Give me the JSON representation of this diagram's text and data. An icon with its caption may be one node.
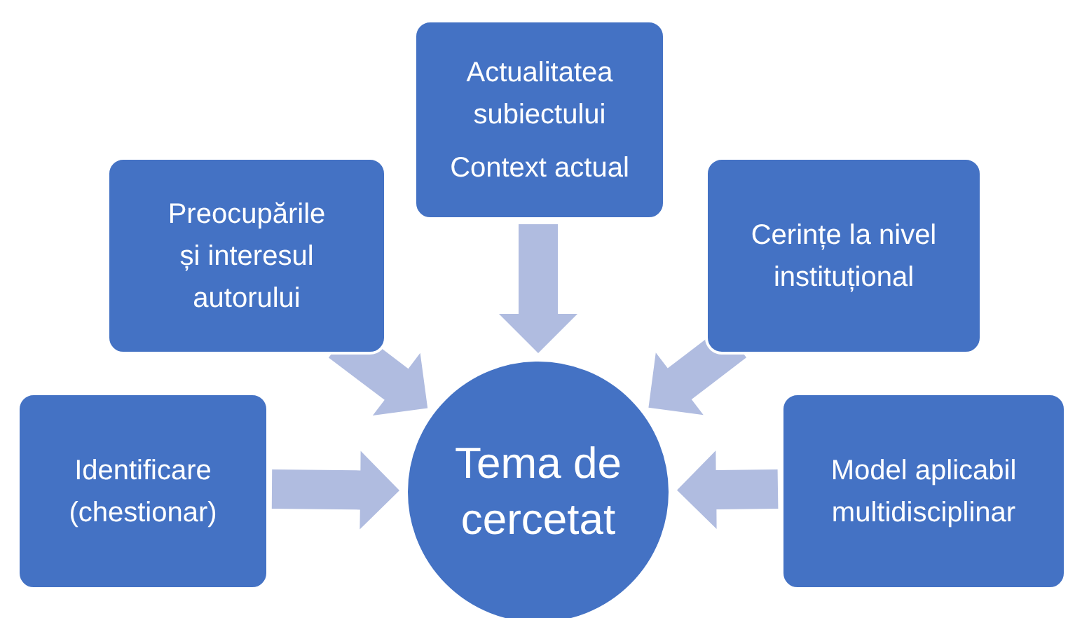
{
  "diagram": {
    "nodes": [
      {
        "text": [
          "Actualitatea subiectului",
          "Context actual"
        ]
      },
      {
        "text": [
          "Preocupările și interesul autorului"
        ]
      },
      {
        "text": [
          "Cerințe la nivel instituțional"
        ]
      },
      {
        "text": [
          "Identificare (chestionar)"
        ]
      },
      {
        "text": [
          "Tema de cercetat"
        ]
      },
      {
        "text": [
          "Model aplicabil multidisciplinar"
        ]
      }
    ],
    "edges": [
      {
        "from": 0,
        "to": 4,
        "arrow": "to"
      },
      {
        "from": 1,
        "to": 4,
        "arrow": "to"
      },
      {
        "from": 2,
        "to": 4,
        "arrow": "to"
      },
      {
        "from": 3,
        "to": 4,
        "arrow": "to"
      },
      {
        "from": 5,
        "to": 4,
        "arrow": "to"
      }
    ]
  }
}
